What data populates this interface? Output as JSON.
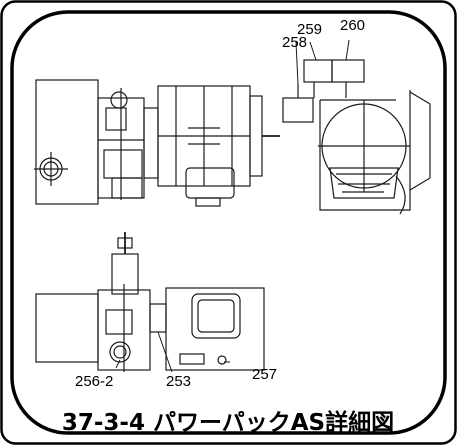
{
  "caption": {
    "title": "37-3-4 パワーパックAS詳細図"
  },
  "callouts": {
    "top": [
      {
        "label": "258"
      },
      {
        "label": "259"
      },
      {
        "label": "260"
      }
    ],
    "bottom": [
      {
        "label": "256-2"
      },
      {
        "label": "253"
      },
      {
        "label": "257"
      }
    ]
  },
  "colors": {
    "frame": "#000000",
    "line": "#1a1a1a",
    "background": "#ffffff"
  }
}
